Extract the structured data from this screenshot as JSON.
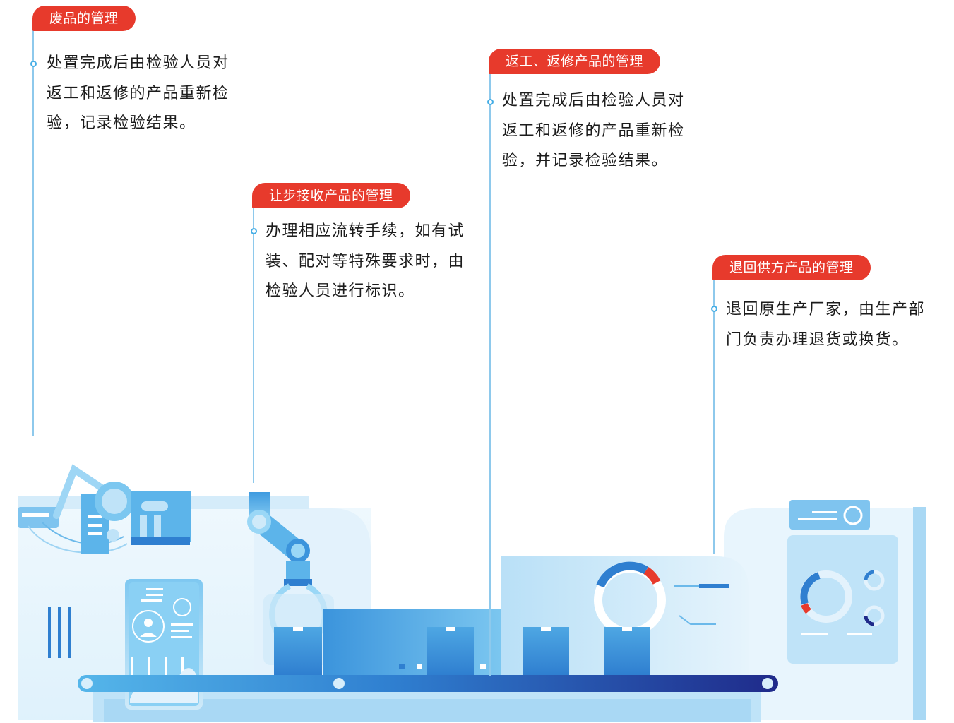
{
  "sections": [
    {
      "title": "废品的管理",
      "lines": [
        "处置完成后由检验人员对",
        "返工和返修的产品重新检",
        "验，记录检验结果。"
      ]
    },
    {
      "title": "让步接收产品的管理",
      "lines": [
        "办理相应流转手续，如有试",
        "装、配对等特殊要求时，由",
        "检验人员进行标识。"
      ]
    },
    {
      "title": "返工、返修产品的管理",
      "lines": [
        "处置完成后由检验人员对",
        "返工和返修的产品重新检",
        "验，并记录检验结果。"
      ]
    },
    {
      "title": "退回供方产品的管理",
      "lines": [
        "退回原生产厂家，由生产部",
        "门负责办理退货或换货。"
      ]
    }
  ],
  "colors": {
    "accent": "#e73a2c",
    "line": "#8ec9ec",
    "blue_dark": "#1f2a8a",
    "blue_mid": "#2f7fd0",
    "blue_light": "#bfe3f8"
  }
}
